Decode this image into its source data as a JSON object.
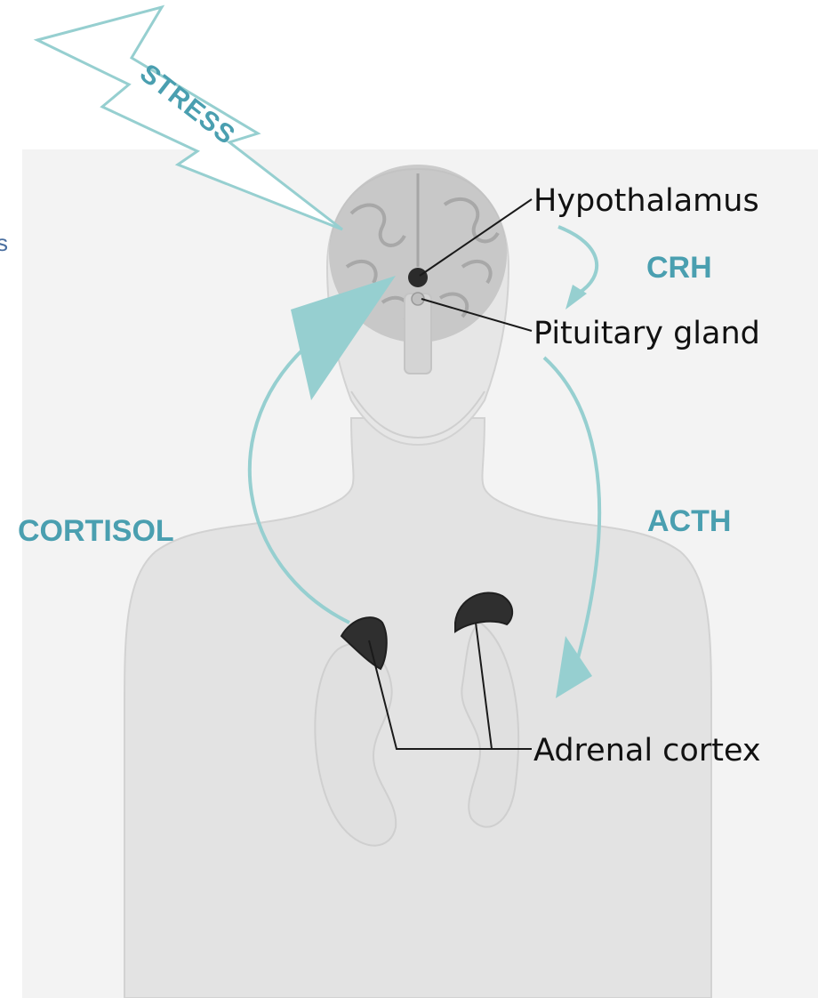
{
  "colors": {
    "teal": "#96cfd0",
    "teal_text": "#4a9fb0",
    "background_panel": "#f3f3f3",
    "body_fill": "#e3e3e3",
    "body_outline": "#d2d2d2",
    "organ_dark": "#2f2f2f"
  },
  "diagram": {
    "stress_label": "STRESS",
    "labels": {
      "hypothalamus": "Hypothalamus",
      "pituitary": "Pituitary gland",
      "adrenal": "Adrenal cortex"
    },
    "hormones": {
      "crh": "CRH",
      "acth": "ACTH",
      "cortisol": "CORTISOL"
    },
    "edge_mark": "s"
  }
}
